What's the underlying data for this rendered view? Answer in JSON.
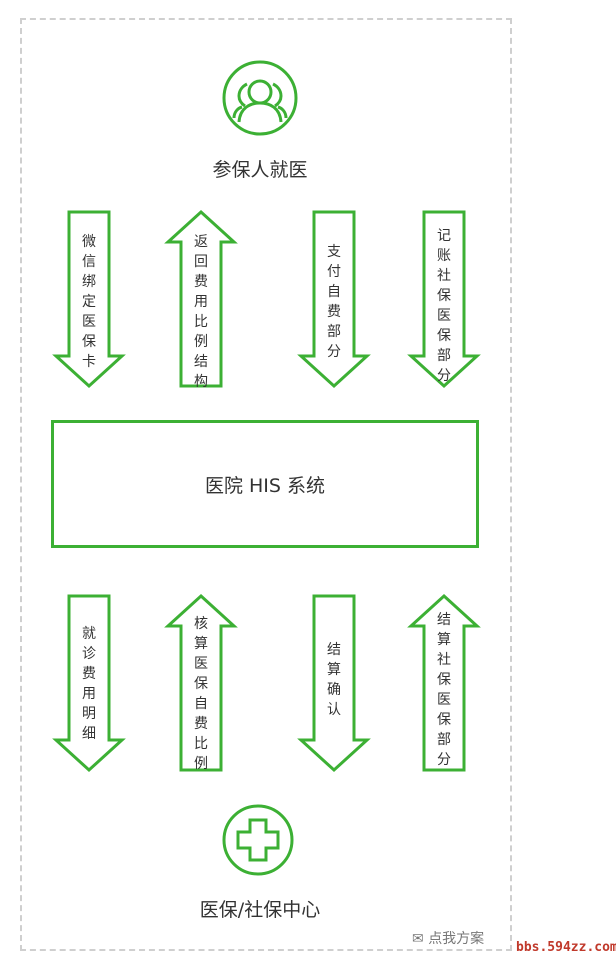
{
  "colors": {
    "accent": "#3cb034",
    "border": "#cfcfcf"
  },
  "top_node": {
    "label": "参保人就医",
    "icon": "people-icon"
  },
  "center_node": {
    "label": "医院 HIS 系统"
  },
  "bottom_node": {
    "label": "医保/社保中心",
    "icon": "medical-cross-icon"
  },
  "top_arrows": [
    {
      "text": "微信绑定医保卡",
      "direction": "down"
    },
    {
      "text": "返回费用比例结构",
      "direction": "up"
    },
    {
      "text": "支付自费部分",
      "direction": "down"
    },
    {
      "text": "记账社保医保部分",
      "direction": "down"
    }
  ],
  "bottom_arrows": [
    {
      "text": "就诊费用明细",
      "direction": "down"
    },
    {
      "text": "核算医保自费比例",
      "direction": "up"
    },
    {
      "text": "结算确认",
      "direction": "down"
    },
    {
      "text": "结算社保医保部分",
      "direction": "up"
    }
  ],
  "watermark": "点我方案",
  "site": "bbs.594zz.com"
}
